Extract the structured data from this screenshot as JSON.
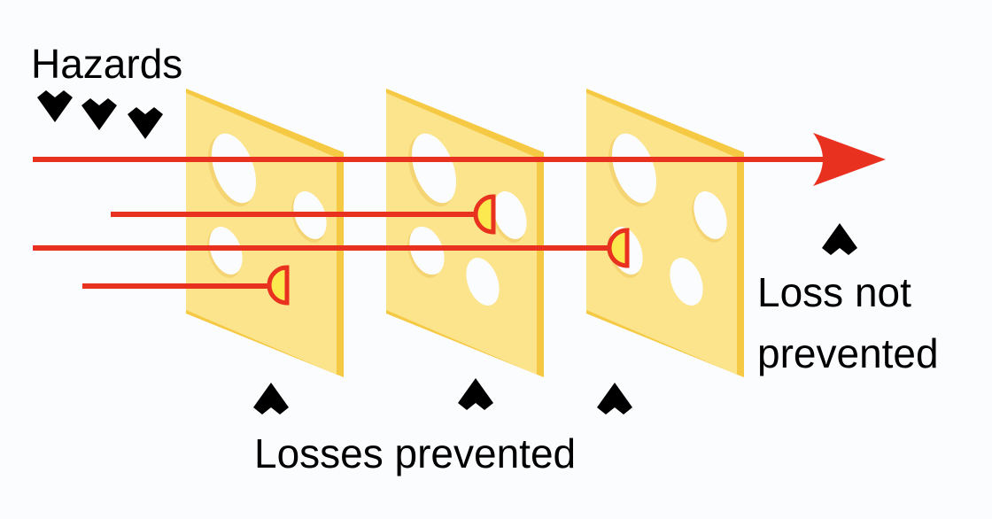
{
  "labels": {
    "hazards": "Hazards",
    "losses_prevented": "Losses prevented",
    "loss_not_prevented_line1": "Loss not",
    "loss_not_prevented_line2": "prevented"
  },
  "colors": {
    "cheese_face": "#fbe48c",
    "cheese_edge": "#f6c944",
    "hole_shadow": "#f5d474",
    "hazard_line": "#e8321f",
    "stopper_fill": "#fbe94f",
    "arrow": "#000000",
    "background": "#fbfcfe"
  }
}
